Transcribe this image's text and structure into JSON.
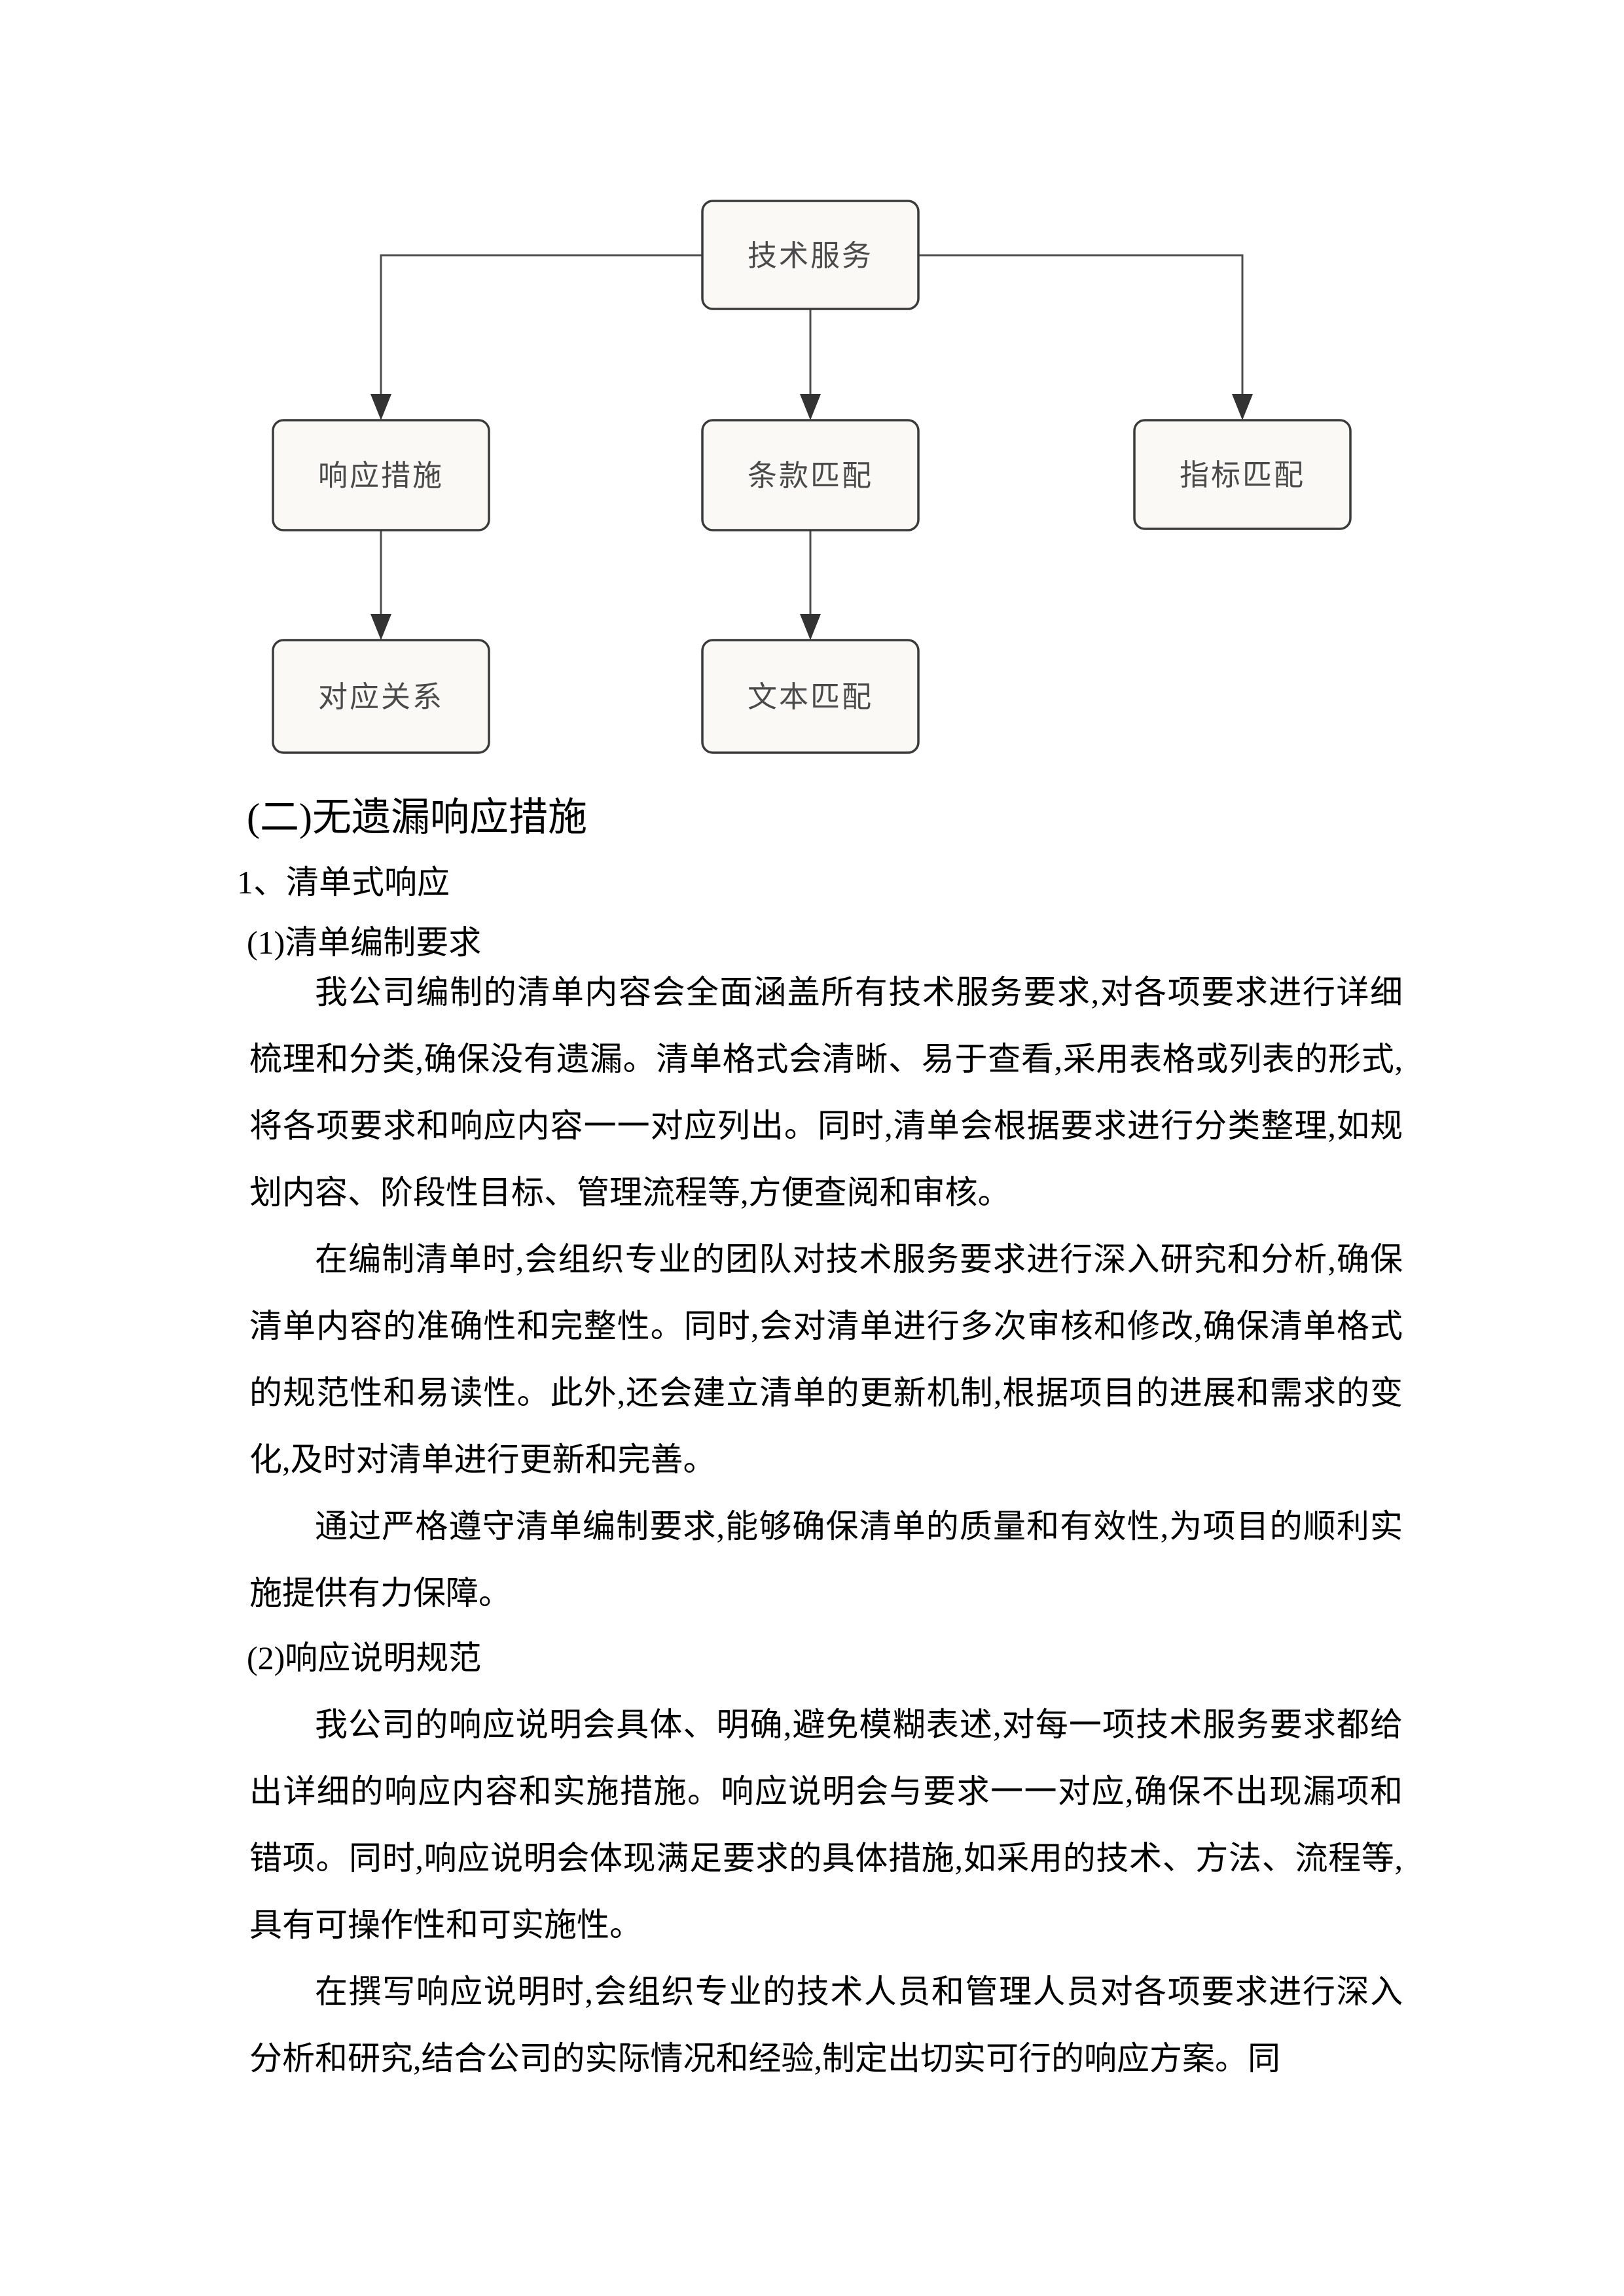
{
  "page": {
    "background": "#ffffff"
  },
  "flowchart": {
    "box_fill": "#faf9f5",
    "box_border_color": "#3a3a3a",
    "edge_color": "#4d4d4d",
    "label_color": "#4a4a4a",
    "nodes": {
      "tech_service": "技术服务",
      "response_measures": "响应措施",
      "clause_match": "条款匹配",
      "indicator_match": "指标匹配",
      "correspondence": "对应关系",
      "text_match": "文本匹配"
    }
  },
  "document": {
    "section_heading": "(二)无遗漏响应措施",
    "sub_heading_1": "1、清单式响应",
    "item_heading_1": "(1)清单编制要求",
    "paragraph_1": "我公司编制的清单内容会全面涵盖所有技术服务要求,对各项要求进行详细梳理和分类,确保没有遗漏。清单格式会清晰、易于查看,采用表格或列表的形式,将各项要求和响应内容一一对应列出。同时,清单会根据要求进行分类整理,如规划内容、阶段性目标、管理流程等,方便查阅和审核。",
    "paragraph_2": "在编制清单时,会组织专业的团队对技术服务要求进行深入研究和分析,确保清单内容的准确性和完整性。同时,会对清单进行多次审核和修改,确保清单格式的规范性和易读性。此外,还会建立清单的更新机制,根据项目的进展和需求的变化,及时对清单进行更新和完善。",
    "paragraph_3": "通过严格遵守清单编制要求,能够确保清单的质量和有效性,为项目的顺利实施提供有力保障。",
    "item_heading_2": "(2)响应说明规范",
    "paragraph_4": "我公司的响应说明会具体、明确,避免模糊表述,对每一项技术服务要求都给出详细的响应内容和实施措施。响应说明会与要求一一对应,确保不出现漏项和错项。同时,响应说明会体现满足要求的具体措施,如采用的技术、方法、流程等,具有可操作性和可实施性。",
    "paragraph_5": "在撰写响应说明时,会组织专业的技术人员和管理人员对各项要求进行深入分析和研究,结合公司的实际情况和经验,制定出切实可行的响应方案。同"
  }
}
